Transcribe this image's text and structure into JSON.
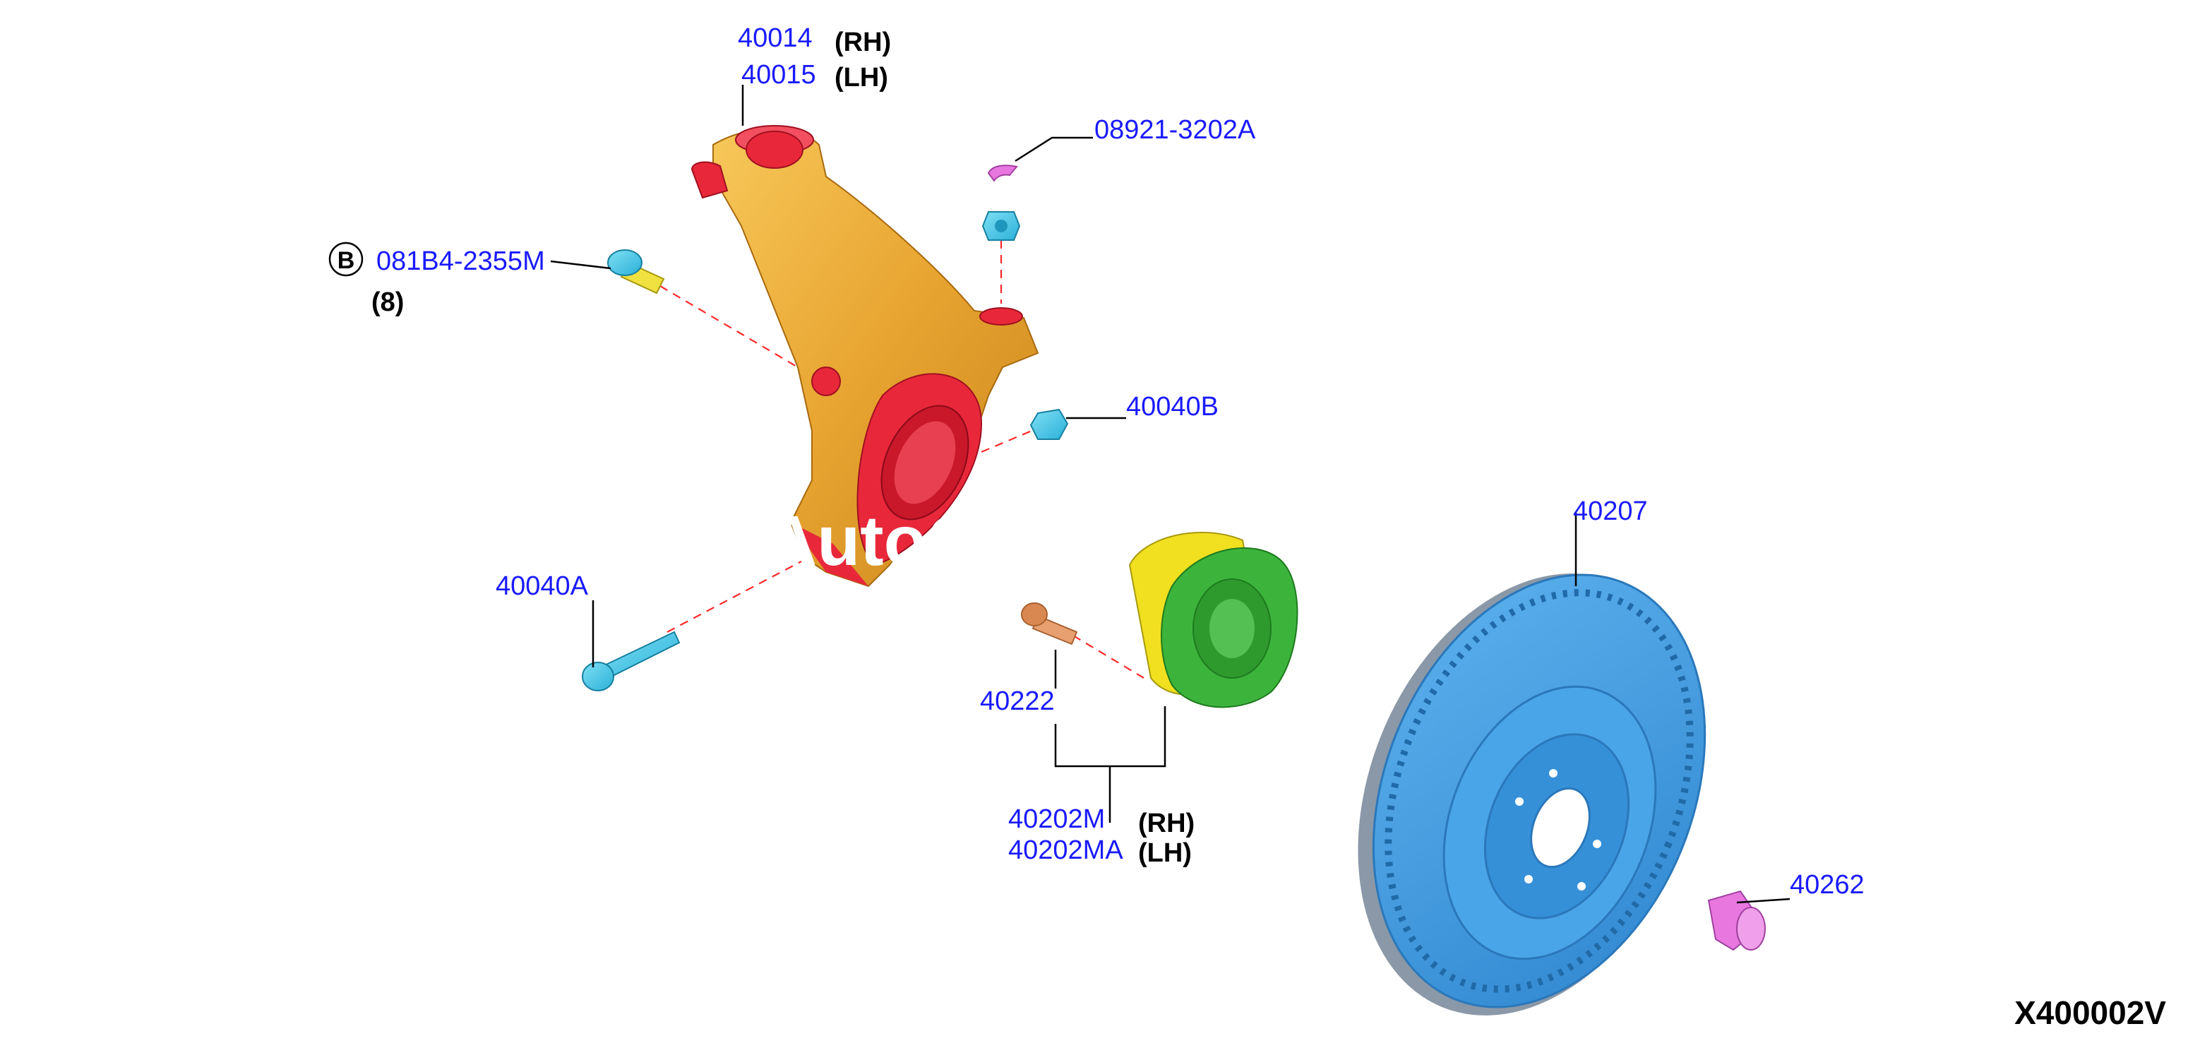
{
  "parts": {
    "knuckle_rh": "40014",
    "knuckle_lh": "40015",
    "cotter_pin": "08921-3202A",
    "bolt_b": "081B4-2355M",
    "nut_b": "40040B",
    "bolt_a": "40040A",
    "hub_bolt": "40222",
    "hub_rh": "40202M",
    "hub_lh": "40202MA",
    "rotor": "40207",
    "hub_cap": "40262"
  },
  "side_labels": {
    "rh": "(RH)",
    "lh": "(LH)"
  },
  "callout": {
    "letter": "B",
    "qty": "(8)"
  },
  "figure_code": "X400002V",
  "watermark": "AutoGa",
  "colors": {
    "label_blue": "#1a1aff",
    "knuckle_gold": "#e8a830",
    "knuckle_red": "#e8283a",
    "fastener_cyan": "#3cc8e6",
    "rotor_blue": "#3f9ae0",
    "hub_green": "#3cb43c",
    "hub_yellow": "#f0e020",
    "pink": "#e878e0",
    "leader_dash": "#ff2a2a"
  }
}
